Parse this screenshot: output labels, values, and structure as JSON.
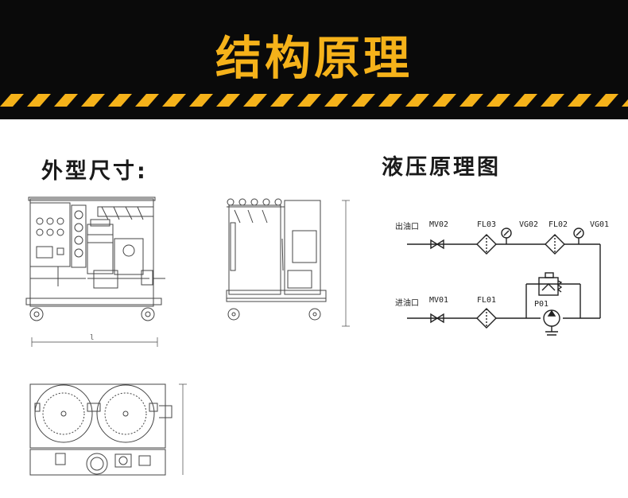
{
  "banner": {
    "title": "结构原理",
    "background": "#0a0a0a",
    "accent": "#f5b21a"
  },
  "dimensions_heading": "外型尺寸:",
  "hydraulic_heading": "液压原理图",
  "hydraulic": {
    "outlet_label": "出油口",
    "inlet_label": "进油口",
    "valve_outlet": "MV02",
    "valve_inlet": "MV01",
    "filter_fl03": "FL03",
    "filter_fl02": "FL02",
    "filter_fl01": "FL01",
    "gauge_vg02": "VG02",
    "gauge_vg01": "VG01",
    "pump": "P01"
  },
  "drawings": {
    "front_dimension_label": "l"
  }
}
